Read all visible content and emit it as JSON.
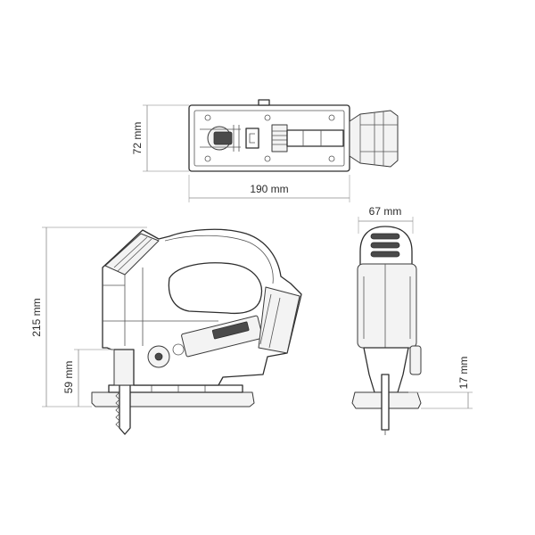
{
  "dimensions": {
    "top_width": "72 mm",
    "top_length": "190 mm",
    "front_width": "67 mm",
    "side_height": "215 mm",
    "blade_height": "59 mm",
    "front_base_height": "17 mm"
  },
  "colors": {
    "line": "#2e2e2e",
    "dimension_line": "#8a8a8a",
    "fill": "#f3f3f3",
    "background": "#ffffff"
  }
}
